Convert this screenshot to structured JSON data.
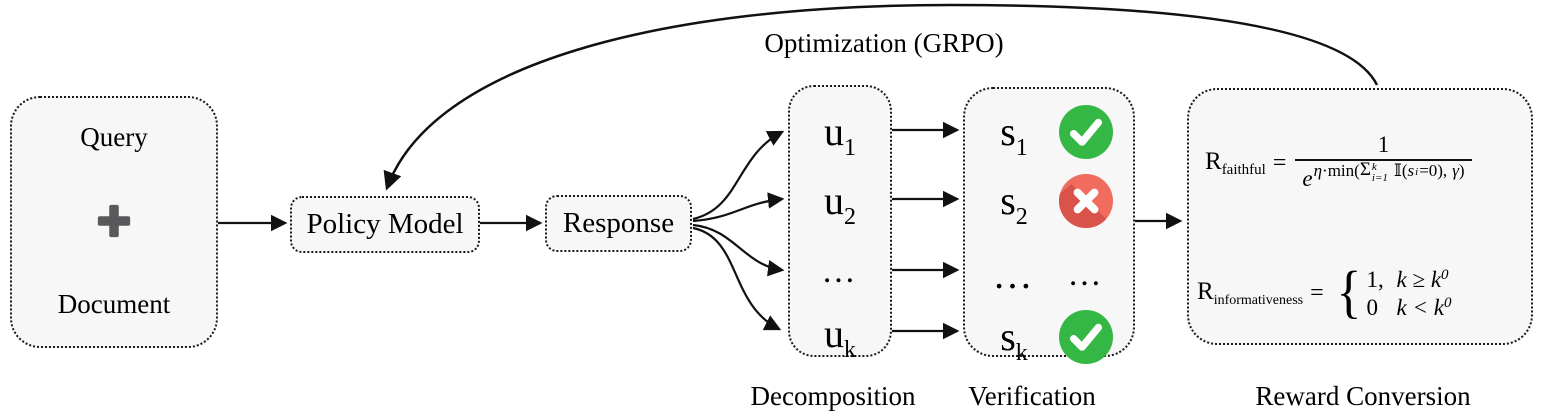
{
  "colors": {
    "box_fill": "#f7f7f7",
    "border": "#1a1a1a",
    "arrow": "#111111",
    "pass_green": "#34b744",
    "fail_red": "#ef6c5f",
    "fail_red_shadow": "#d9534a",
    "mark_white": "#ffffff",
    "plus_gray": "#58595b"
  },
  "icons": {
    "plus": "plus-icon",
    "pass": "check-icon",
    "fail": "cross-icon"
  },
  "loop": {
    "label": "Optimization (GRPO)"
  },
  "input_box": {
    "line1": "Query",
    "line2": "Document"
  },
  "policy_box": {
    "label": "Policy Model"
  },
  "response_box": {
    "label": "Response"
  },
  "decomposition_box": {
    "items": [
      {
        "base": "u",
        "sub": "1"
      },
      {
        "base": "u",
        "sub": "2"
      },
      {
        "base": "…",
        "sub": ""
      },
      {
        "base": "u",
        "sub": "k"
      }
    ]
  },
  "verification_box": {
    "rows": [
      {
        "base": "s",
        "sub": "1",
        "status": "pass"
      },
      {
        "base": "s",
        "sub": "2",
        "status": "fail"
      },
      {
        "base": "…",
        "sub": "",
        "status": "ellipsis",
        "icon_text": "…"
      },
      {
        "base": "s",
        "sub": "k",
        "status": "pass"
      }
    ]
  },
  "reward_box": {
    "faithful": {
      "name": "R",
      "name_sub": "faithful",
      "equals": "=",
      "numerator": "1",
      "base": "e",
      "exp": {
        "eta": "η",
        "dot_min": "·min(",
        "sigma": "Σ",
        "sup": "k",
        "sub": "i=1",
        "indicator": "𝕀(",
        "var": "s",
        "var_sub": "i",
        "eq_zero": "=0),",
        "gamma": "γ",
        "close": ")"
      }
    },
    "informativeness": {
      "name": "R",
      "name_sub": "informativeness",
      "equals": "=",
      "brace": "{",
      "cases": [
        {
          "lead": "1,",
          "expr": "k ≥ k",
          "sub": "0"
        },
        {
          "lead": "0",
          "expr": "k < k",
          "sub": "0"
        }
      ]
    }
  },
  "stage_labels": {
    "decomposition": "Decomposition",
    "verification": "Verification",
    "reward": "Reward Conversion"
  }
}
